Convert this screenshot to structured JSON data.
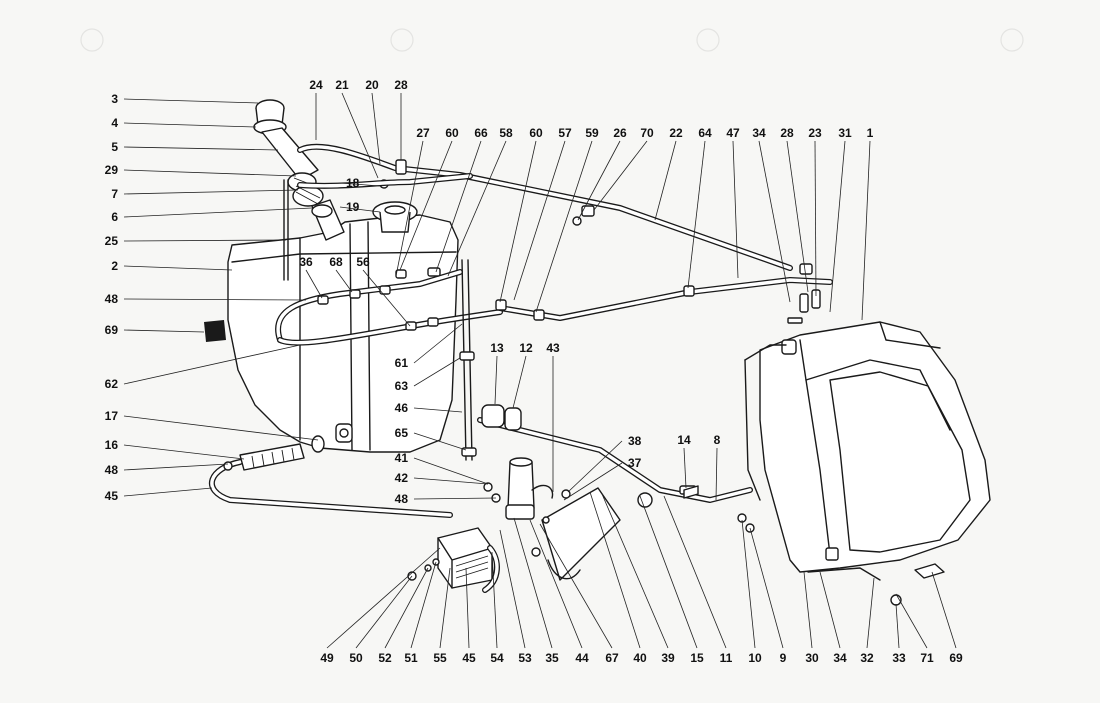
{
  "diagram": {
    "callouts": [
      {
        "id": "3",
        "text": "3"
      },
      {
        "id": "4",
        "text": "4"
      },
      {
        "id": "5",
        "text": "5"
      },
      {
        "id": "29",
        "text": "29"
      },
      {
        "id": "7",
        "text": "7"
      },
      {
        "id": "6",
        "text": "6"
      },
      {
        "id": "25",
        "text": "25"
      },
      {
        "id": "2",
        "text": "2"
      },
      {
        "id": "48a",
        "text": "48"
      },
      {
        "id": "69a",
        "text": "69"
      },
      {
        "id": "62",
        "text": "62"
      },
      {
        "id": "17",
        "text": "17"
      },
      {
        "id": "16",
        "text": "16"
      },
      {
        "id": "48b",
        "text": "48"
      },
      {
        "id": "45a",
        "text": "45"
      },
      {
        "id": "24",
        "text": "24"
      },
      {
        "id": "21",
        "text": "21"
      },
      {
        "id": "20",
        "text": "20"
      },
      {
        "id": "28a",
        "text": "28"
      },
      {
        "id": "27",
        "text": "27"
      },
      {
        "id": "60a",
        "text": "60"
      },
      {
        "id": "66",
        "text": "66"
      },
      {
        "id": "58",
        "text": "58"
      },
      {
        "id": "60b",
        "text": "60"
      },
      {
        "id": "57",
        "text": "57"
      },
      {
        "id": "59",
        "text": "59"
      },
      {
        "id": "26",
        "text": "26"
      },
      {
        "id": "70",
        "text": "70"
      },
      {
        "id": "22",
        "text": "22"
      },
      {
        "id": "64",
        "text": "64"
      },
      {
        "id": "47",
        "text": "47"
      },
      {
        "id": "34a",
        "text": "34"
      },
      {
        "id": "28b",
        "text": "28"
      },
      {
        "id": "23",
        "text": "23"
      },
      {
        "id": "31",
        "text": "31"
      },
      {
        "id": "1",
        "text": "1"
      },
      {
        "id": "18",
        "text": "18"
      },
      {
        "id": "19",
        "text": "19"
      },
      {
        "id": "36",
        "text": "36"
      },
      {
        "id": "68",
        "text": "68"
      },
      {
        "id": "56",
        "text": "56"
      },
      {
        "id": "61",
        "text": "61"
      },
      {
        "id": "63",
        "text": "63"
      },
      {
        "id": "13",
        "text": "13"
      },
      {
        "id": "12",
        "text": "12"
      },
      {
        "id": "43",
        "text": "43"
      },
      {
        "id": "46",
        "text": "46"
      },
      {
        "id": "65",
        "text": "65"
      },
      {
        "id": "41",
        "text": "41"
      },
      {
        "id": "42",
        "text": "42"
      },
      {
        "id": "48c",
        "text": "48"
      },
      {
        "id": "38",
        "text": "38"
      },
      {
        "id": "37",
        "text": "37"
      },
      {
        "id": "14",
        "text": "14"
      },
      {
        "id": "8",
        "text": "8"
      },
      {
        "id": "49",
        "text": "49"
      },
      {
        "id": "50",
        "text": "50"
      },
      {
        "id": "52",
        "text": "52"
      },
      {
        "id": "51",
        "text": "51"
      },
      {
        "id": "55",
        "text": "55"
      },
      {
        "id": "45b",
        "text": "45"
      },
      {
        "id": "54",
        "text": "54"
      },
      {
        "id": "53",
        "text": "53"
      },
      {
        "id": "35",
        "text": "35"
      },
      {
        "id": "44",
        "text": "44"
      },
      {
        "id": "67",
        "text": "67"
      },
      {
        "id": "40",
        "text": "40"
      },
      {
        "id": "39",
        "text": "39"
      },
      {
        "id": "15",
        "text": "15"
      },
      {
        "id": "11",
        "text": "11"
      },
      {
        "id": "10",
        "text": "10"
      },
      {
        "id": "9",
        "text": "9"
      },
      {
        "id": "30",
        "text": "30"
      },
      {
        "id": "34b",
        "text": "34"
      },
      {
        "id": "32",
        "text": "32"
      },
      {
        "id": "33",
        "text": "33"
      },
      {
        "id": "71",
        "text": "71"
      },
      {
        "id": "69b",
        "text": "69"
      }
    ]
  }
}
